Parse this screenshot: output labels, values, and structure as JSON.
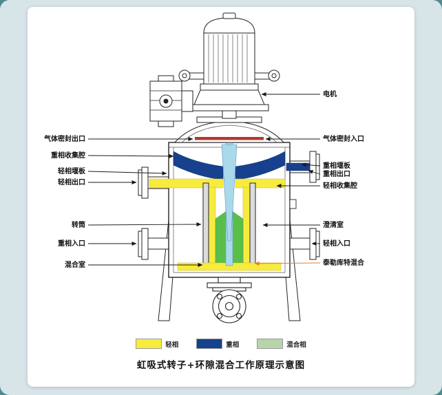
{
  "page": {
    "caption": "虹吸式转子+环隙混合工作原理示意图"
  },
  "labels": {
    "left": [
      {
        "text": "气体密封出口"
      },
      {
        "text": "重相收集腔"
      },
      {
        "text": "轻相堰板"
      },
      {
        "text": "轻相出口"
      },
      {
        "text": "转筒"
      },
      {
        "text": "重相入口"
      },
      {
        "text": "混合室"
      }
    ],
    "right": [
      {
        "text": "电机"
      },
      {
        "text": "气体密封入口"
      },
      {
        "text": "重相堰板"
      },
      {
        "text": "重相出口"
      },
      {
        "text": "轻相收集腔"
      },
      {
        "text": "澄清室"
      },
      {
        "text": "轻相入口"
      },
      {
        "text": "泰勒库特混合"
      }
    ]
  },
  "legend": [
    {
      "label": "轻相",
      "color": "#f7ec3e"
    },
    {
      "label": "重相",
      "color": "#16418c"
    },
    {
      "label": "混合相",
      "color": "#b8d4aa"
    }
  ],
  "colors": {
    "light_phase": "#f7ec3e",
    "heavy_phase": "#17418f",
    "mixed_zone": "#5abf4a",
    "shaft": "#a9d9ea",
    "gas_seal": "#b03a2e",
    "taylor_label": "#e87b2a"
  }
}
